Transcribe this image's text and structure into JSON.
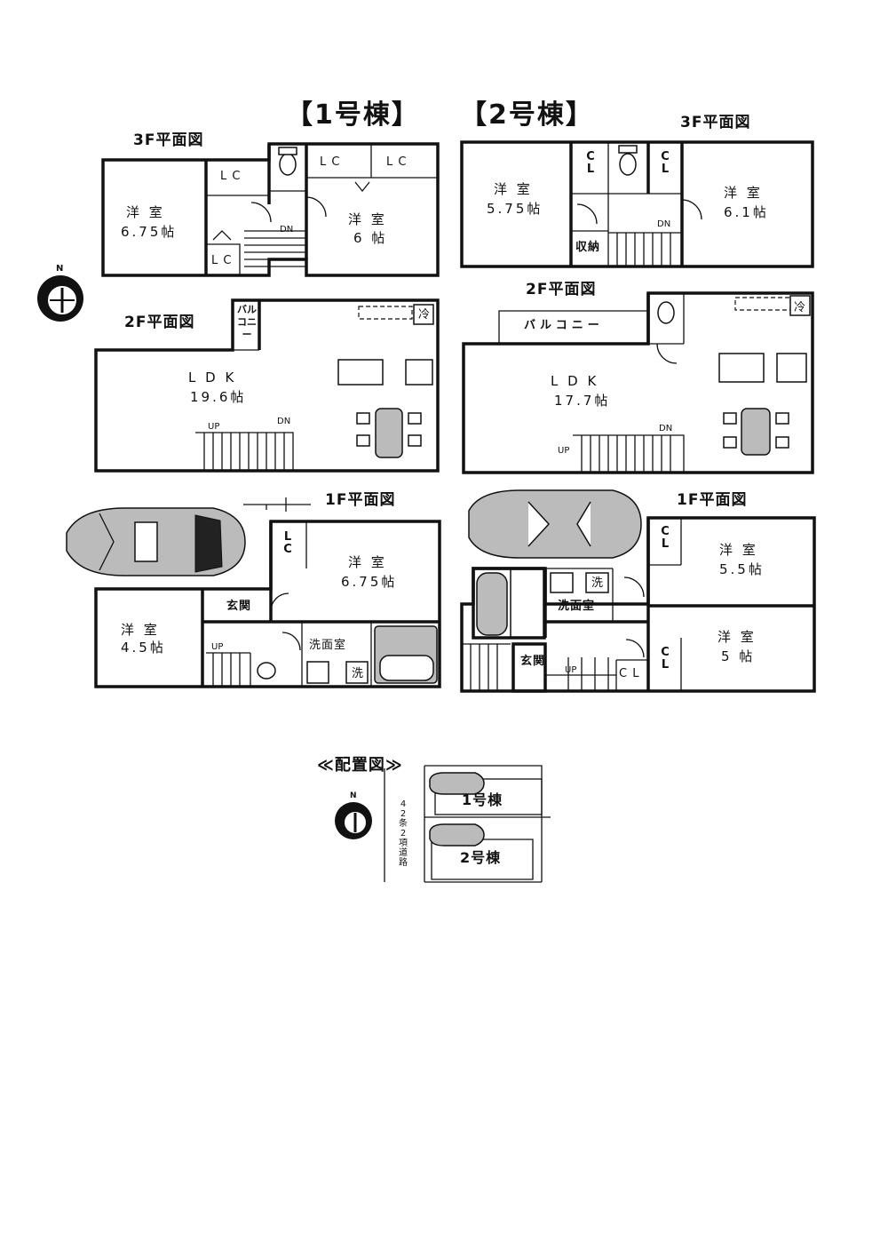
{
  "building1": {
    "title": "【1号棟】",
    "floor3": {
      "label": "3F平面図",
      "rooms": [
        {
          "name": "洋 室",
          "size": "6.75帖"
        },
        {
          "name": "洋 室",
          "size": "6 帖"
        }
      ],
      "closets": [
        "L C",
        "L C",
        "L C",
        "L C"
      ],
      "stair": "DN"
    },
    "floor2": {
      "label": "2F平面図",
      "balcony": "バルコニー",
      "ldk": "L D K",
      "ldk_size": "19.6帖",
      "fridge": "冷",
      "stair_up": "UP",
      "stair_dn": "DN"
    },
    "floor1": {
      "label": "1F平面図",
      "rooms": [
        {
          "name": "洋 室",
          "size": "6.75帖"
        },
        {
          "name": "洋 室",
          "size": "4.5帖"
        }
      ],
      "closet": "L C",
      "entrance": "玄関",
      "washroom": "洗面室",
      "washer": "洗",
      "stair_up": "UP"
    }
  },
  "building2": {
    "title": "【2号棟】",
    "floor3": {
      "label": "3F平面図",
      "rooms": [
        {
          "name": "洋 室",
          "size": "5.75帖"
        },
        {
          "name": "洋 室",
          "size": "6.1帖"
        }
      ],
      "closets": [
        "C L",
        "C L"
      ],
      "storage": "収納",
      "stair": "DN"
    },
    "floor2": {
      "label": "2F平面図",
      "balcony": "バルコニー",
      "ldk": "L D K",
      "ldk_size": "17.7帖",
      "fridge": "冷",
      "stair_up": "UP",
      "stair_dn": "DN"
    },
    "floor1": {
      "label": "1F平面図",
      "rooms": [
        {
          "name": "洋 室",
          "size": "5.5帖"
        },
        {
          "name": "洋 室",
          "size": "5 帖"
        }
      ],
      "closets": [
        "C L",
        "C L",
        "C L"
      ],
      "entrance": "玄関",
      "washroom": "洗面室",
      "washer": "洗",
      "stair_up": "UP"
    }
  },
  "site_plan": {
    "title": "≪配置図≫",
    "road": "42条2項道路",
    "lots": [
      "1号棟",
      "2号棟"
    ]
  },
  "compass": {
    "north": "N"
  }
}
